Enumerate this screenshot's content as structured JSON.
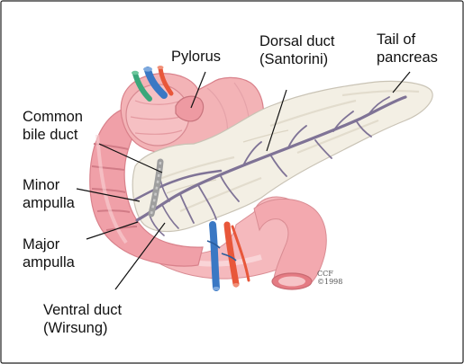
{
  "labels": {
    "pylorus": [
      "Pylorus"
    ],
    "dorsal_duct": [
      "Dorsal duct",
      "(Santorini)"
    ],
    "tail_of_pancreas": [
      "Tail of",
      "pancreas"
    ],
    "common_bile_duct": [
      "Common",
      "bile duct"
    ],
    "minor_ampulla": [
      "Minor",
      "ampulla"
    ],
    "major_ampulla": [
      "Major",
      "ampulla"
    ],
    "ventral_duct": [
      "Ventral duct",
      "(Wirsung)"
    ]
  },
  "copyright": {
    "line1": "CCF",
    "line2": "©1998"
  },
  "colors": {
    "duodenum": "#f0a0a8",
    "duodenum_light": "#f7c6c8",
    "stomach": "#f3b3b6",
    "pancreas": "#f3efe4",
    "pancreas_outline": "#c9c3b5",
    "duct": "#7f7396",
    "artery": "#e8573a",
    "vein": "#3a78c4",
    "bile_duct": "#9e9e9e",
    "vessel_green": "#3aa77a"
  }
}
